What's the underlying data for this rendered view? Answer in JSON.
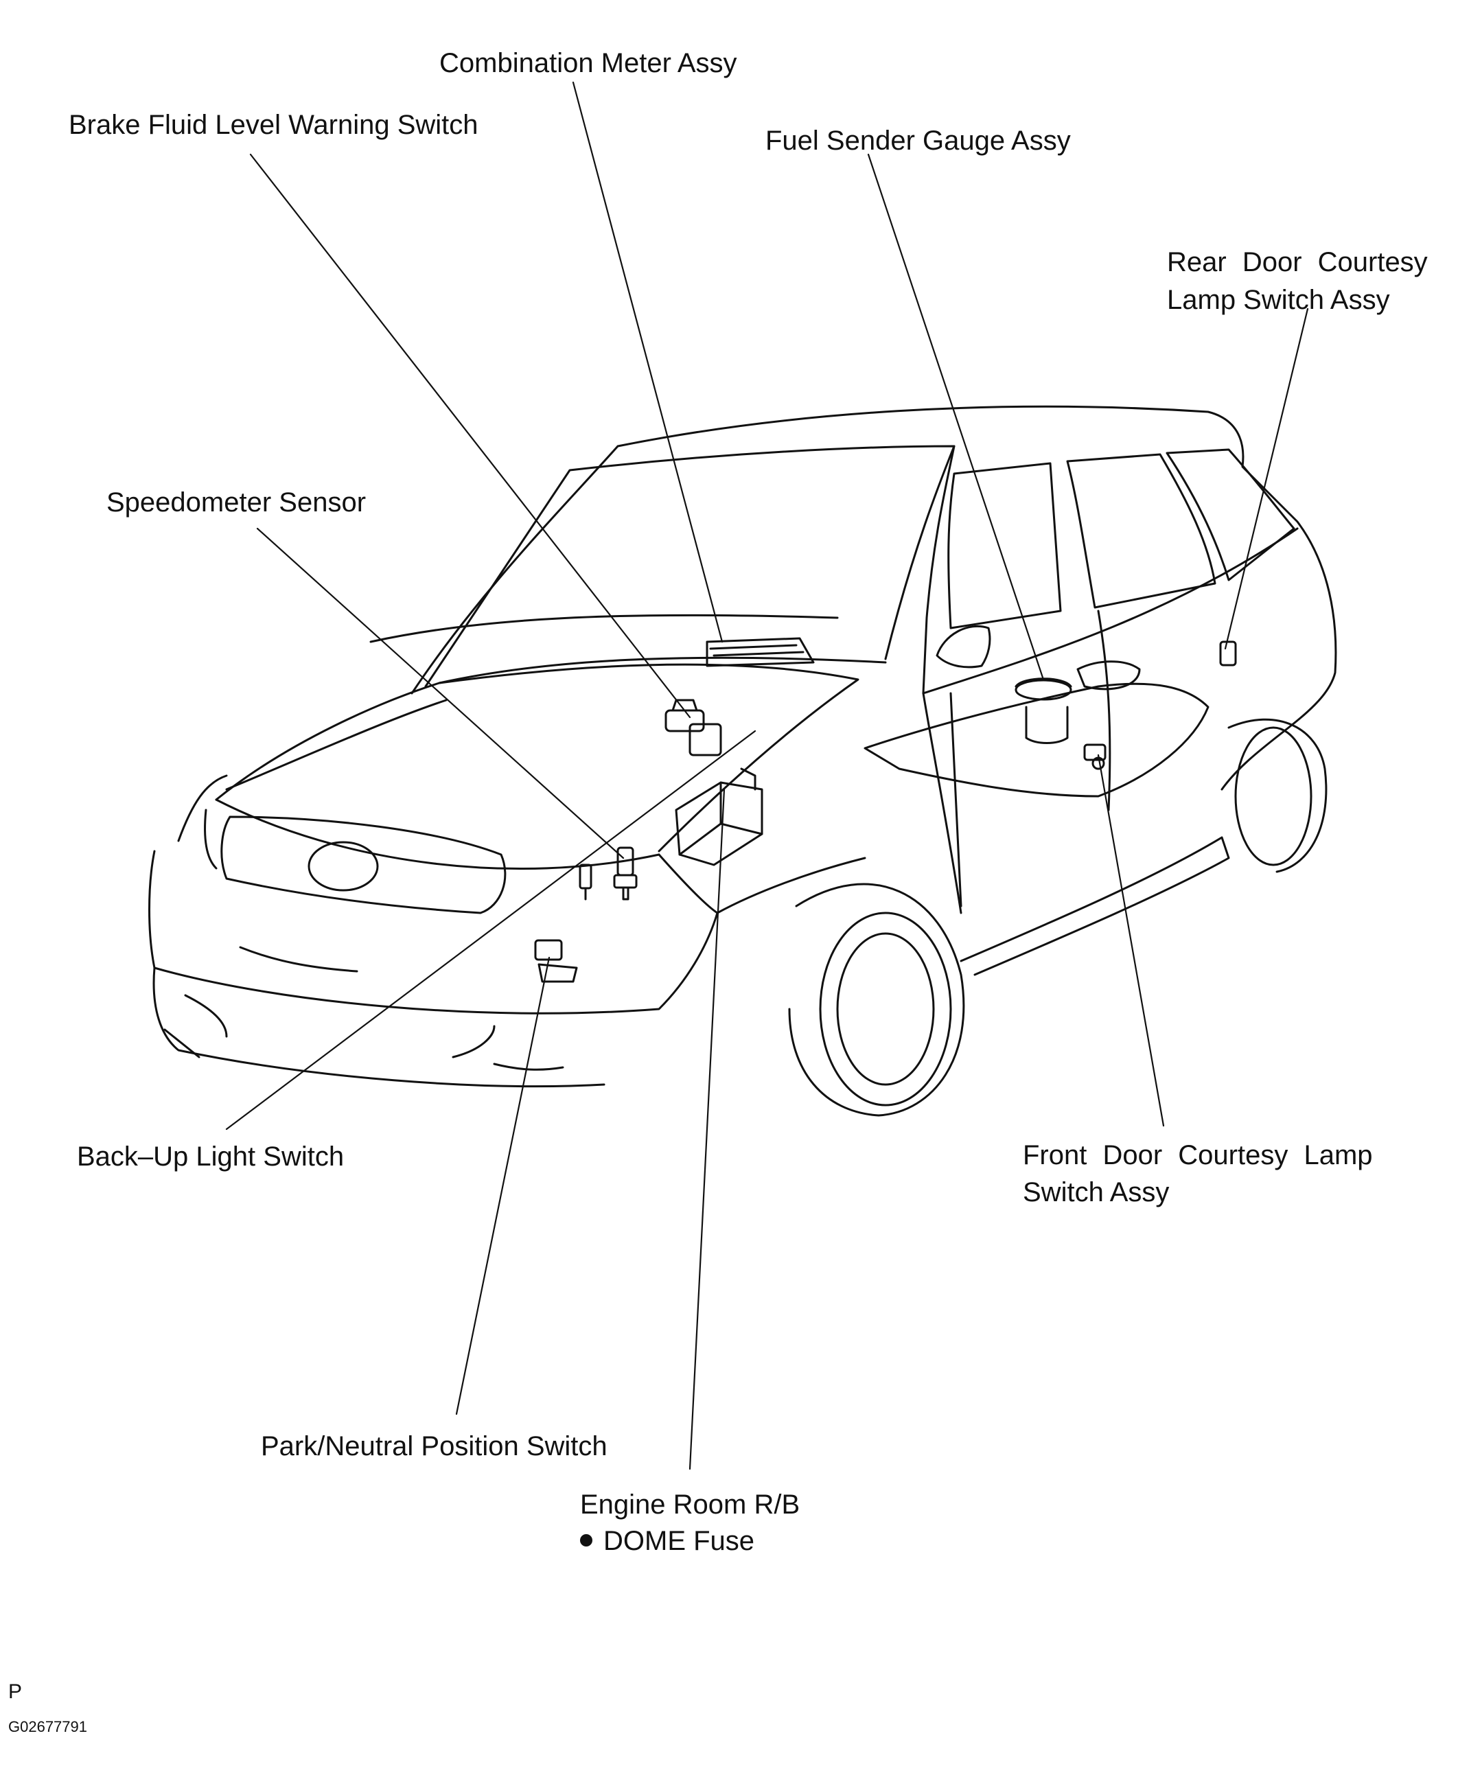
{
  "labels": {
    "combination_meter": "Combination Meter Assy",
    "brake_fluid": "Brake Fluid Level Warning Switch",
    "fuel_sender": "Fuel Sender Gauge Assy",
    "rear_door_line1": "Rear Door Courtesy",
    "rear_door_line2": "Lamp Switch Assy",
    "speedometer": "Speedometer Sensor",
    "backup_light": "Back–Up Light Switch",
    "front_door_line1": "Front Door Courtesy Lamp",
    "front_door_line2": "Switch Assy",
    "park_neutral": "Park/Neutral Position Switch",
    "engine_room": "Engine Room R/B",
    "dome_fuse": "DOME Fuse"
  },
  "footer": {
    "letter": "P",
    "code": "G02677791"
  }
}
